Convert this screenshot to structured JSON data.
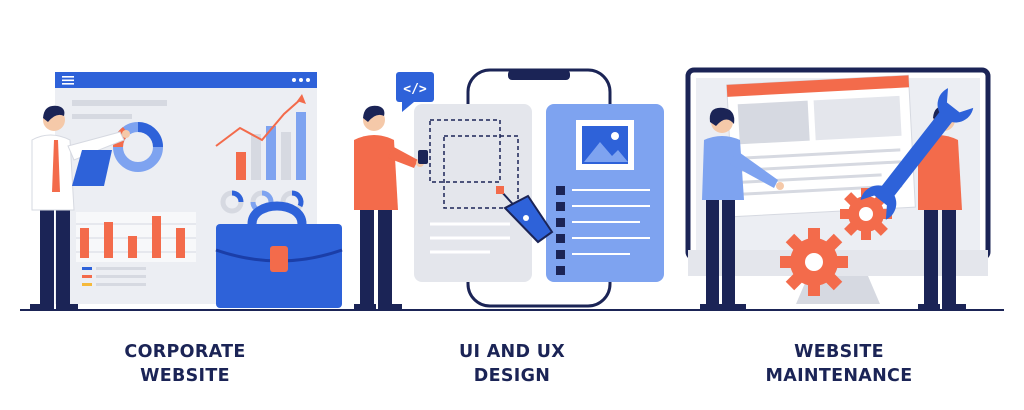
{
  "captions": [
    {
      "line1": "CORPORATE",
      "line2": "WEBSITE"
    },
    {
      "line1": "UI AND UX",
      "line2": "DESIGN"
    },
    {
      "line1": "WEBSITE",
      "line2": "MAINTENANCE"
    }
  ],
  "code_badge": "</>",
  "colors": {
    "navy": "#1b2456",
    "orange": "#f36b4b",
    "blue": "#2e62d9",
    "light_blue": "#7ea3f0",
    "light_gray": "#eceef3",
    "mid_gray": "#d6d9e1",
    "skin": "#f5c9a9"
  },
  "icons": [
    "menu-icon",
    "window-dots-icon",
    "code-icon",
    "image-icon",
    "wrench-icon",
    "gear-icon",
    "pen-tool-icon",
    "briefcase-icon"
  ]
}
